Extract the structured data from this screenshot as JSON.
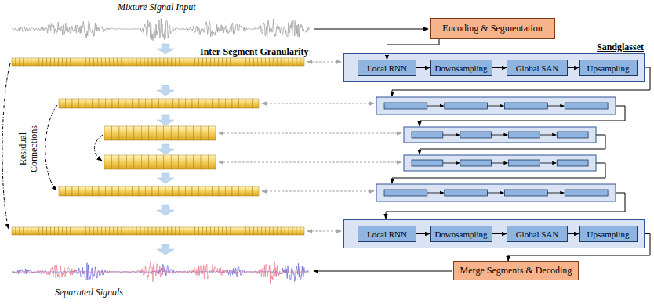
{
  "diagram": {
    "nodes": [
      {
        "text": [
          "Encoding & Segmentation"
        ]
      },
      {
        "text": [
          "Sandglasset"
        ]
      },
      {
        "text": [
          "Local RNN"
        ],
        "in": 1
      },
      {
        "text": [
          "Downsampling"
        ],
        "in": 1
      },
      {
        "text": [
          "Global SAN"
        ],
        "in": 1
      },
      {
        "text": [
          "Upsampling"
        ],
        "in": 1
      },
      {
        "text": []
      },
      {
        "text": [
          "Local RNN"
        ],
        "in": 6
      },
      {
        "text": [
          "Downsampling"
        ],
        "in": 6
      },
      {
        "text": [
          "Global SAN"
        ],
        "in": 6
      },
      {
        "text": [
          "Upsampling"
        ],
        "in": 6
      },
      {
        "text": [
          "Merge Segments & Decoding"
        ]
      }
    ],
    "edges": [
      {
        "from": 0,
        "to": 2,
        "arrow": "to"
      },
      {
        "from": 2,
        "to": 3,
        "arrow": "to"
      },
      {
        "from": 3,
        "to": 4,
        "arrow": "to"
      },
      {
        "from": 4,
        "to": 5,
        "arrow": "to"
      },
      {
        "from": 7,
        "to": 8,
        "arrow": "to"
      },
      {
        "from": 8,
        "to": 9,
        "arrow": "to"
      },
      {
        "from": 9,
        "to": 10,
        "arrow": "to"
      },
      {
        "from": 6,
        "to": 11,
        "arrow": "to"
      }
    ],
    "labels": [
      "Mixture Signal Input",
      "Inter-Segment Granularity",
      "Residual Connections",
      "Separated Signals"
    ]
  }
}
